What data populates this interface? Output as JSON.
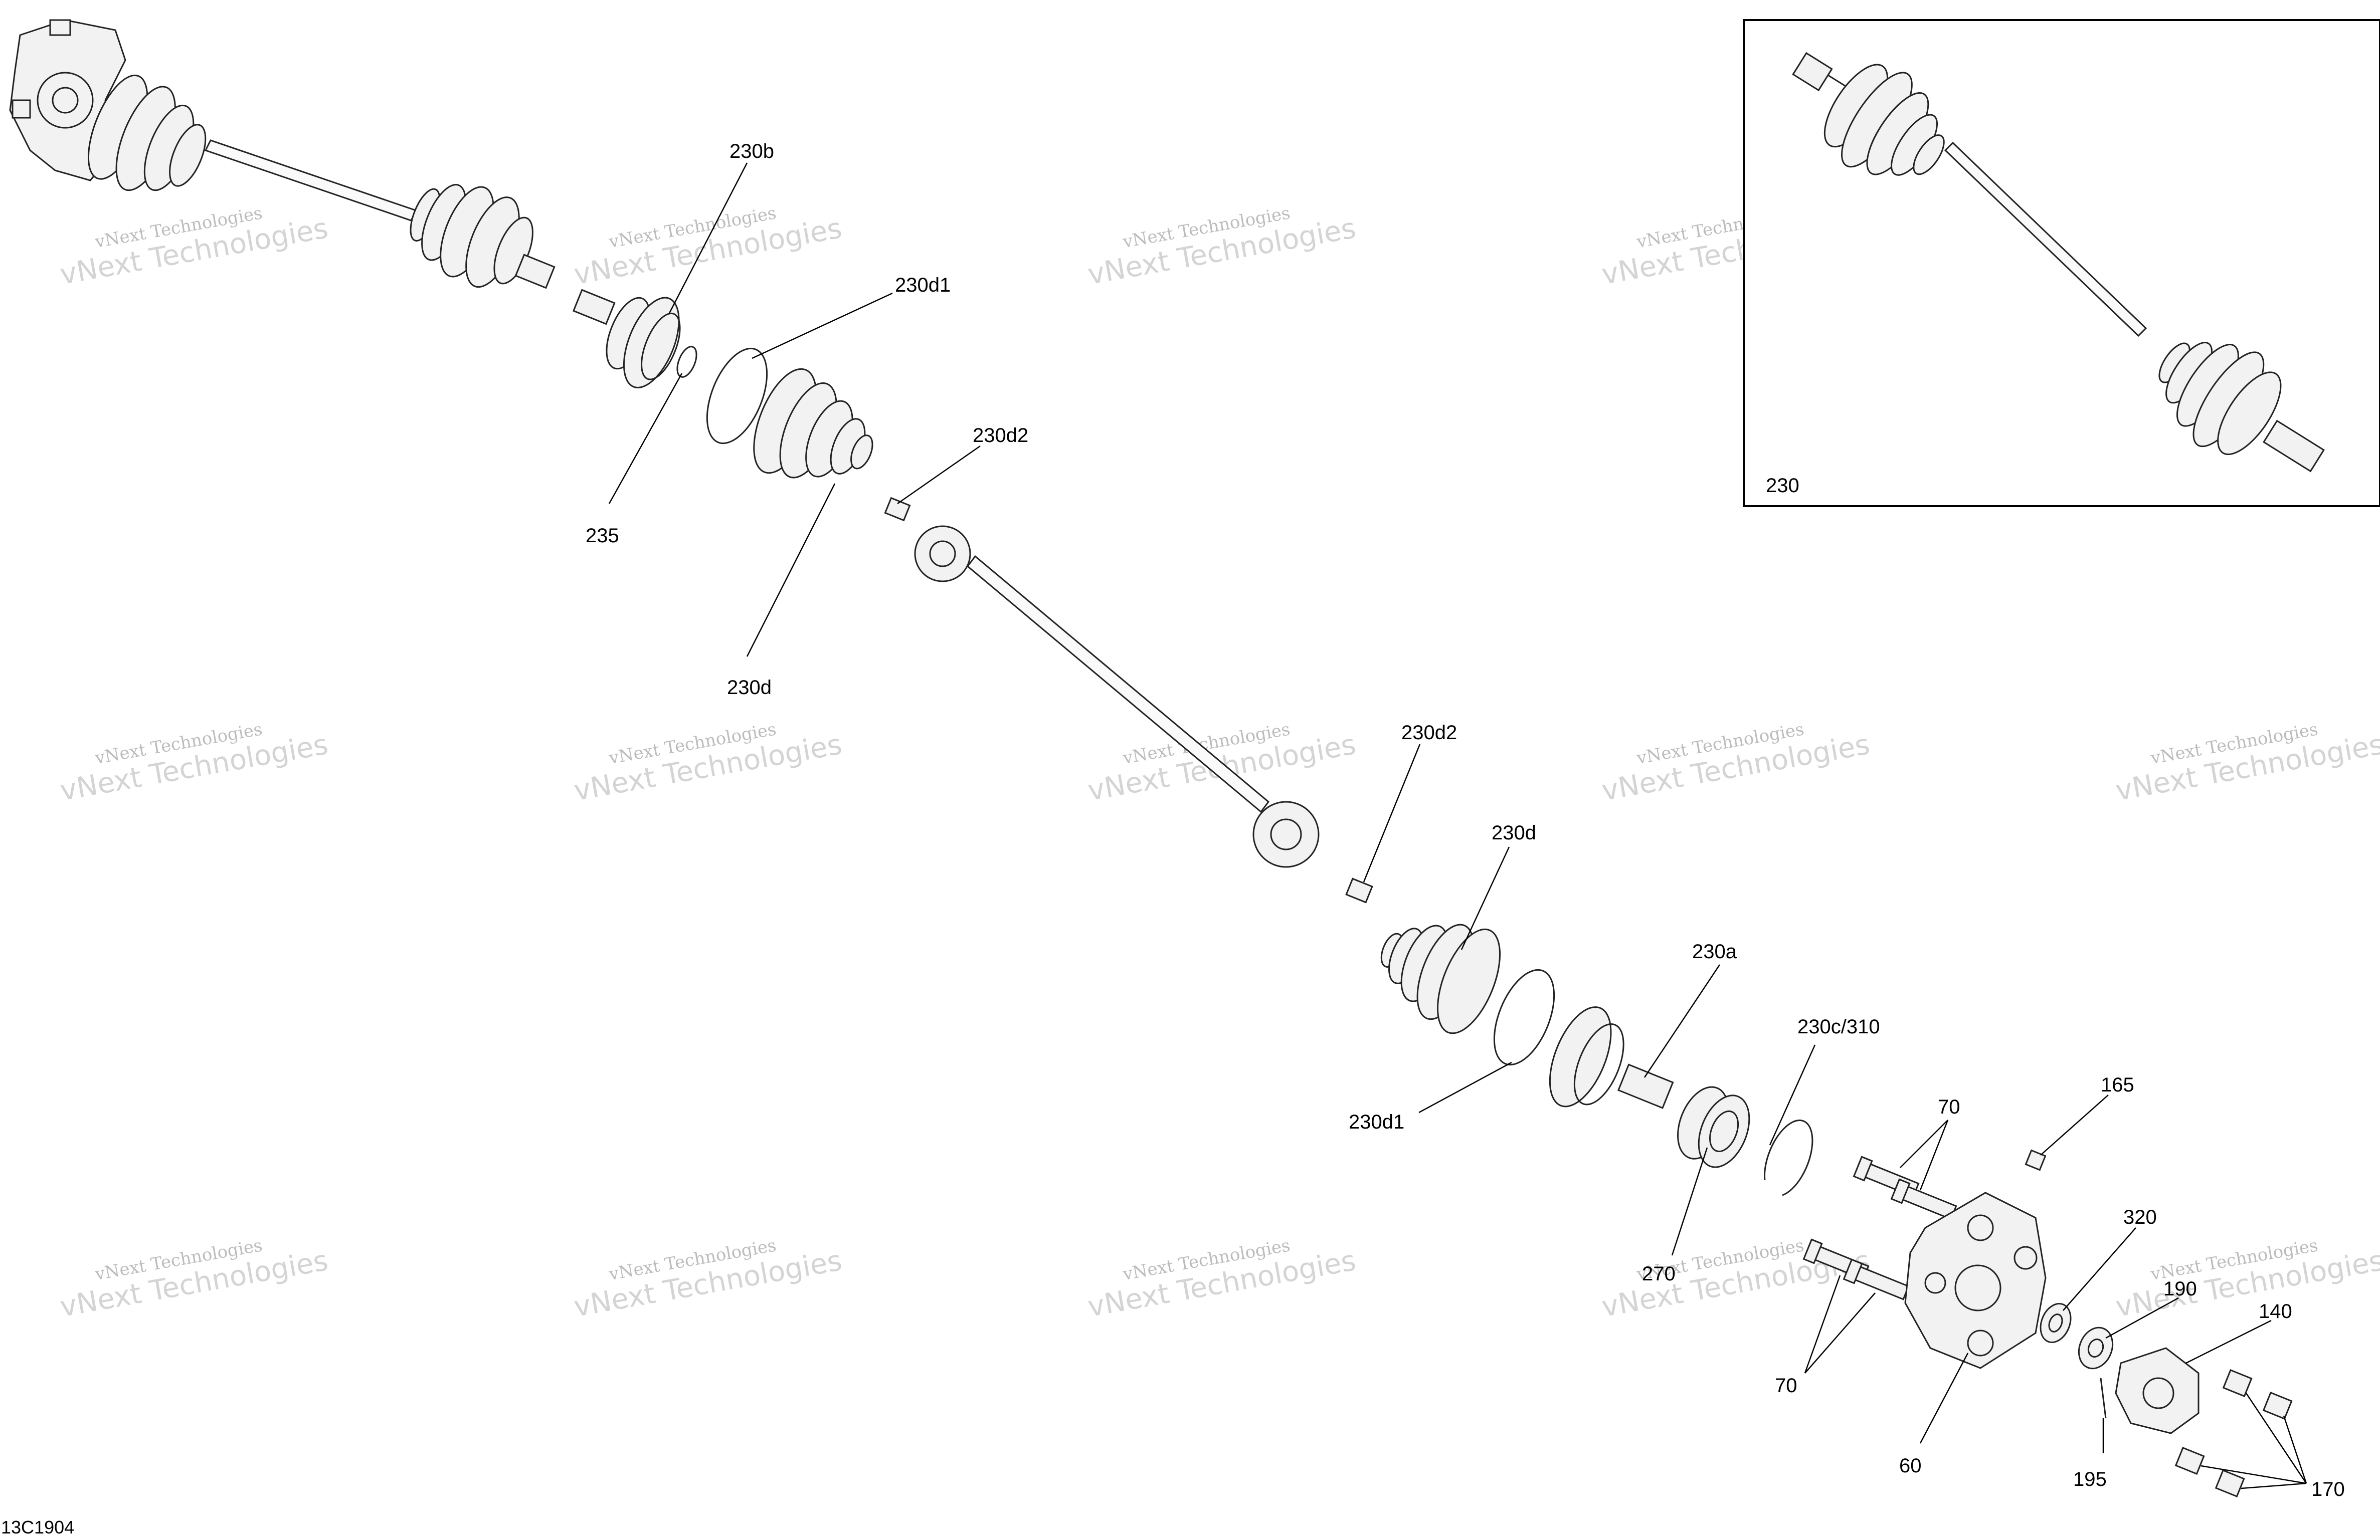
{
  "diagram_code": "13C1904",
  "inset_label": "230",
  "watermark": {
    "line1": "vNext Technologies",
    "line2": "vNext Technologies"
  },
  "callouts": [
    {
      "id": "230b",
      "text": "230b"
    },
    {
      "id": "230d1-top",
      "text": "230d1"
    },
    {
      "id": "235",
      "text": "235"
    },
    {
      "id": "230d2-top",
      "text": "230d2"
    },
    {
      "id": "230d-top",
      "text": "230d"
    },
    {
      "id": "230d2-mid",
      "text": "230d2"
    },
    {
      "id": "230d-mid",
      "text": "230d"
    },
    {
      "id": "230a",
      "text": "230a"
    },
    {
      "id": "230d1-mid",
      "text": "230d1"
    },
    {
      "id": "230c310",
      "text": "230c/310"
    },
    {
      "id": "70-top",
      "text": "70"
    },
    {
      "id": "165",
      "text": "165"
    },
    {
      "id": "270",
      "text": "270"
    },
    {
      "id": "320",
      "text": "320"
    },
    {
      "id": "190",
      "text": "190"
    },
    {
      "id": "140",
      "text": "140"
    },
    {
      "id": "70-bottom",
      "text": "70"
    },
    {
      "id": "60",
      "text": "60"
    },
    {
      "id": "195",
      "text": "195"
    },
    {
      "id": "170",
      "text": "170"
    }
  ]
}
